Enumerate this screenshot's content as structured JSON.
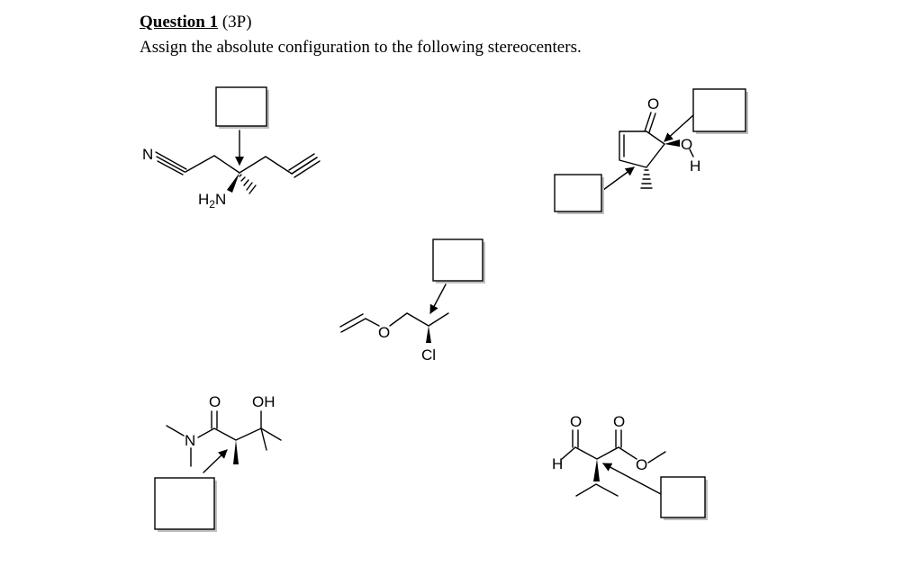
{
  "question": {
    "label": "Question 1",
    "points": "(3P)",
    "instruction": "Assign the absolute configuration to the following stereocenters."
  },
  "atoms": {
    "m1_N": "N",
    "m1_NH2_H": "H",
    "m1_NH2_sub": "2",
    "m1_NH2_N": "N",
    "m2_O_carbonyl": "O",
    "m2_O_hydroxy": "O",
    "m2_H_hydroxy": "H",
    "m3_O_ether": "O",
    "m3_Cl": "Cl",
    "m4_O_amide": "O",
    "m4_OH": "OH",
    "m4_N": "N",
    "m5_O_aldehyde": "O",
    "m5_H_aldehyde": "H",
    "m5_O_carbonyl": "O",
    "m5_O_ester": "O"
  },
  "answer_boxes": [
    {
      "name": "answer-box-aminonitrile",
      "value": ""
    },
    {
      "name": "answer-box-cyclopentenone-hydroxy",
      "value": ""
    },
    {
      "name": "answer-box-cyclopentenone-methyl",
      "value": ""
    },
    {
      "name": "answer-box-chloro-ether",
      "value": ""
    },
    {
      "name": "answer-box-hydroxy-amide",
      "value": ""
    },
    {
      "name": "answer-box-ester-aldehyde",
      "value": ""
    }
  ]
}
